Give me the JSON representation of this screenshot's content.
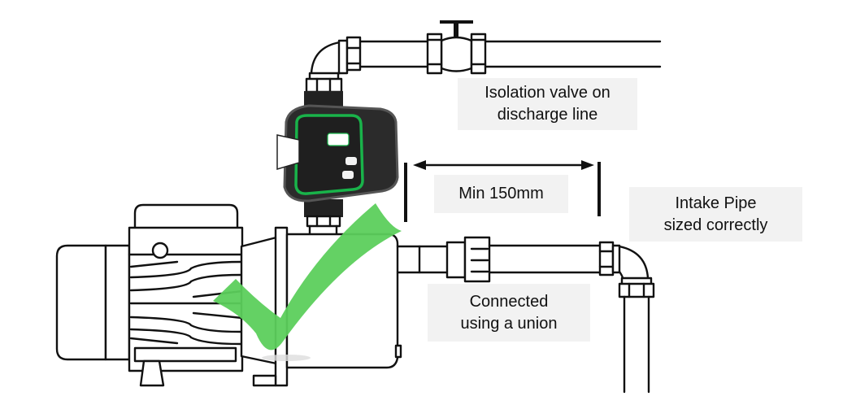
{
  "diagram": {
    "title": "Pump controller installation guide",
    "labels": {
      "isolation_valve": {
        "line1": "Isolation valve on",
        "line2": "discharge line"
      },
      "min_distance": {
        "text": "Min 150mm"
      },
      "intake_pipe": {
        "line1": "Intake Pipe",
        "line2": "sized correctly"
      },
      "union": {
        "line1": "Connected",
        "line2": "using a union"
      }
    },
    "icons": {
      "check_mark": "check-mark-icon",
      "pressure_controller": "pressure-controller-icon",
      "pump": "pump-icon",
      "valve": "gate-valve-icon"
    },
    "colors": {
      "check_green": "#5ccf5c",
      "controller_body": "#2b2b2b",
      "controller_accent": "#19b34a",
      "label_background": "#f2f2f2",
      "line": "#111111"
    }
  }
}
